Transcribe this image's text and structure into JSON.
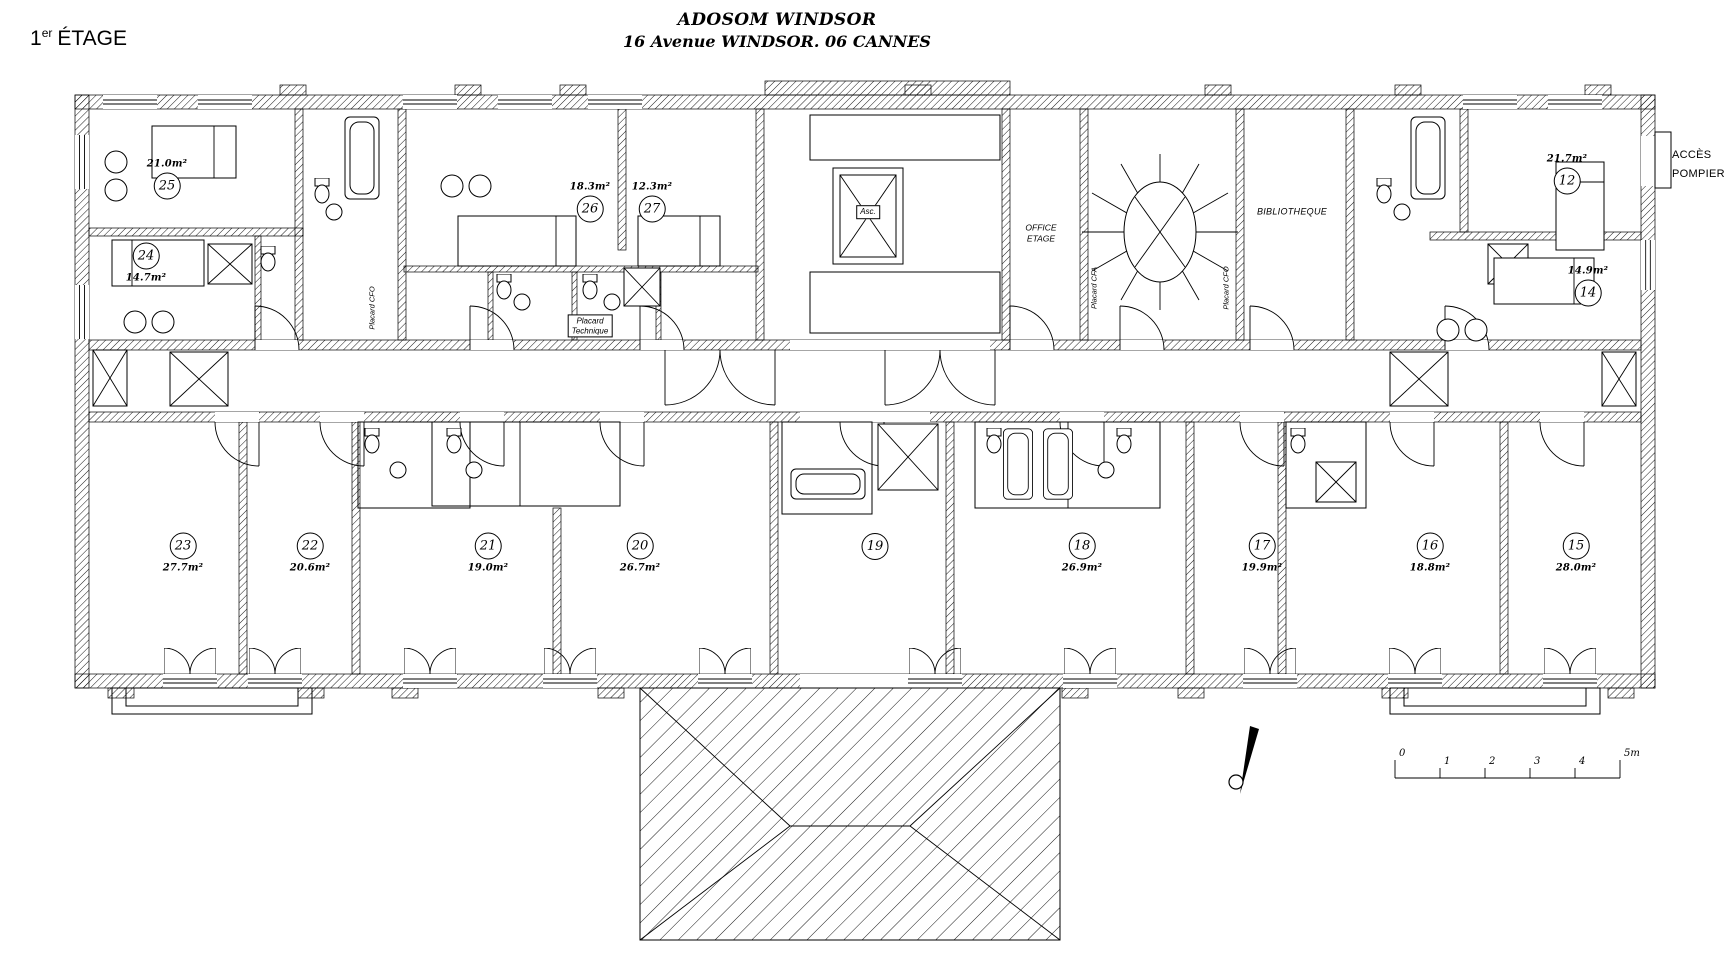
{
  "header": {
    "floor_number": "1",
    "floor_ordinal": "er",
    "floor_word": "ÉTAGE",
    "title_line1": "ADOSOM WINDSOR",
    "title_line2": "16 Avenue WINDSOR. 06 CANNES"
  },
  "annotations": {
    "elevator": "Asc.",
    "office": "OFFICE\nETAGE",
    "library": "BIBLIOTHEQUE",
    "placard_cfo_left": "Placard CFO",
    "placard_technique": "Placard\nTechnique",
    "placard_cfa": "Placard CFA",
    "placard_cfo_right": "Placard CFO",
    "fire_access": "ACCÈS\nPOMPIER"
  },
  "rooms": [
    {
      "number": "25",
      "area": "21.0m²"
    },
    {
      "number": "24",
      "area": "14.7m²"
    },
    {
      "number": "26",
      "area": "18.3m²"
    },
    {
      "number": "27",
      "area": "12.3m²"
    },
    {
      "number": "12",
      "area": "21.7m²"
    },
    {
      "number": "14",
      "area": "14.9m²"
    },
    {
      "number": "23",
      "area": "27.7m²"
    },
    {
      "number": "22",
      "area": "20.6m²"
    },
    {
      "number": "21",
      "area": "19.0m²"
    },
    {
      "number": "20",
      "area": "26.7m²"
    },
    {
      "number": "19",
      "area": ""
    },
    {
      "number": "18",
      "area": "26.9m²"
    },
    {
      "number": "17",
      "area": "19.9m²"
    },
    {
      "number": "16",
      "area": "18.8m²"
    },
    {
      "number": "15",
      "area": "28.0m²"
    }
  ],
  "scale_bar": {
    "ticks": [
      "0",
      "1",
      "2",
      "3",
      "4"
    ],
    "end_label": "5m"
  }
}
